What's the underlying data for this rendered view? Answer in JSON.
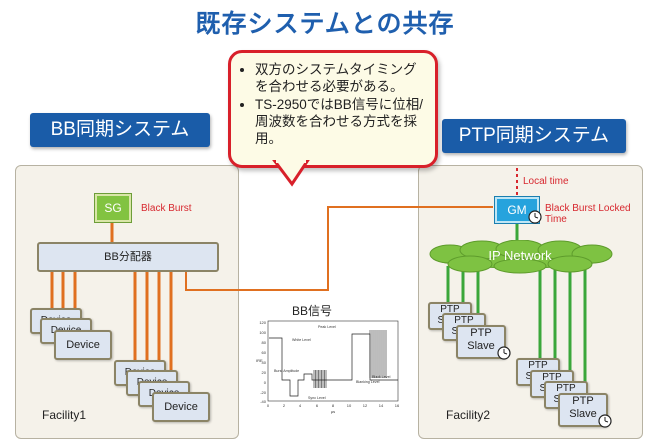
{
  "title": "既存システムとの共存",
  "callout": {
    "bullets": [
      "双方のシステムタイミングを合わせる必要がある。",
      "TS-2950ではBB信号に位相/周波数を合わせる方式を採用。"
    ]
  },
  "bb_system": {
    "label": "BB同期システム",
    "sg_label": "SG",
    "signal_label": "Black Burst",
    "distributor_label": "BB分配器",
    "device_label": "Device",
    "facility_label": "Facility1"
  },
  "ptp_system": {
    "label": "PTP同期システム",
    "local_time_label": "Local time",
    "gm_label": "GM",
    "gm_signal_label_line1": "Black Burst Locked",
    "gm_signal_label_line2": "Time",
    "network_label": "IP Network",
    "ptp_label": "PTP",
    "slave_label": "Slave",
    "facility_label": "Facility2"
  },
  "chart": {
    "title": "BB信号",
    "annotations": [
      "Peak Level",
      "White Level",
      "Burst Amplitude",
      "Black Level",
      "Blanking Level",
      "Sync Level"
    ],
    "y_ticks": [
      "120",
      "100",
      "80",
      "60",
      "40",
      "20",
      "0",
      "-20",
      "-40"
    ],
    "x_ticks": [
      "0",
      "2",
      "4",
      "6",
      "8",
      "10",
      "12",
      "14",
      "16"
    ],
    "ylabel": "IRE",
    "xlabel": "μs"
  },
  "colors": {
    "title": "#1f5fae",
    "bb_wire": "#e07020",
    "ptp_wire": "#3aa73a",
    "callout_border": "#d8202a",
    "accent_red": "#d7282f"
  }
}
